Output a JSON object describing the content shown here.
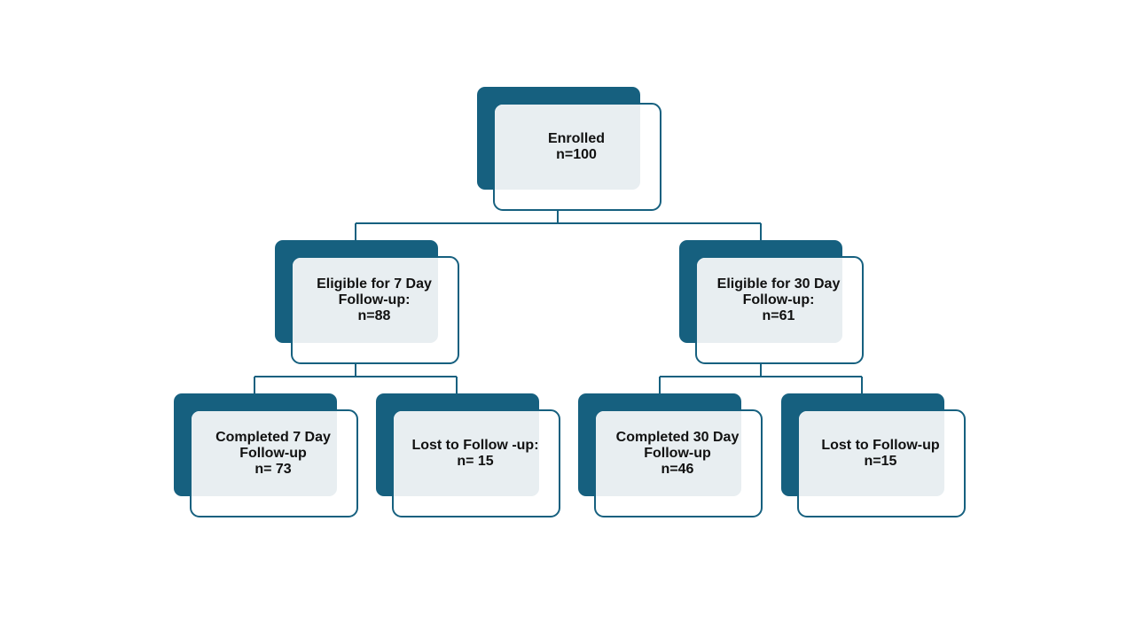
{
  "colors": {
    "accent": "#16607f",
    "panel": "#e8eef1",
    "text": "#111111",
    "background": "#ffffff"
  },
  "nodes": {
    "enrolled": {
      "lines": [
        "Enrolled",
        "n=100"
      ]
    },
    "eligible_7": {
      "lines": [
        "Eligible for 7 Day",
        "Follow-up:",
        "n=88"
      ]
    },
    "eligible_30": {
      "lines": [
        "Eligible for 30 Day",
        "Follow-up:",
        "n=61"
      ]
    },
    "completed_7": {
      "lines": [
        "Completed 7 Day",
        "Follow-up",
        "n= 73"
      ]
    },
    "lost_7": {
      "lines": [
        "Lost to Follow -up:",
        "n= 15"
      ]
    },
    "completed_30": {
      "lines": [
        "Completed 30 Day",
        "Follow-up",
        "n=46"
      ]
    },
    "lost_30": {
      "lines": [
        "Lost to Follow-up",
        "n=15"
      ]
    }
  }
}
